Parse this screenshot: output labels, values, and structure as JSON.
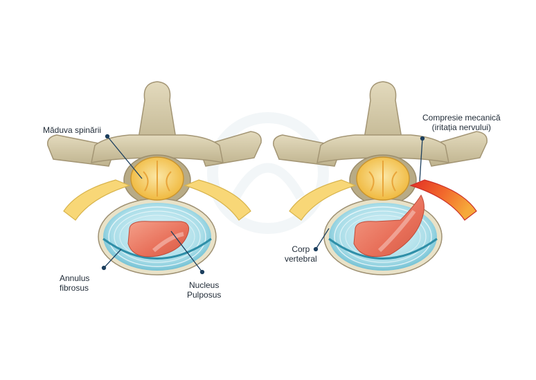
{
  "labels": {
    "spinal_cord": "Măduva spinării",
    "annulus_line1": "Annulus",
    "annulus_line2": "fibrosus",
    "nucleus_line1": "Nucleus",
    "nucleus_line2": "Pulposus",
    "compression_line1": "Compresie mecanică",
    "compression_line2": "(iritația nervului)",
    "body_line1": "Corp",
    "body_line2": "vertebral"
  },
  "colors": {
    "bone": "#cfc4a2",
    "bone_dark": "#9e9072",
    "nerve": "#f8d777",
    "cord": "#f2c14d",
    "disc": "#a9dde8",
    "disc_ring": "#3f9fb8",
    "nucleus": "#e8705a",
    "inflamed": "#e6402d",
    "pointer": "#1c3f5e"
  }
}
